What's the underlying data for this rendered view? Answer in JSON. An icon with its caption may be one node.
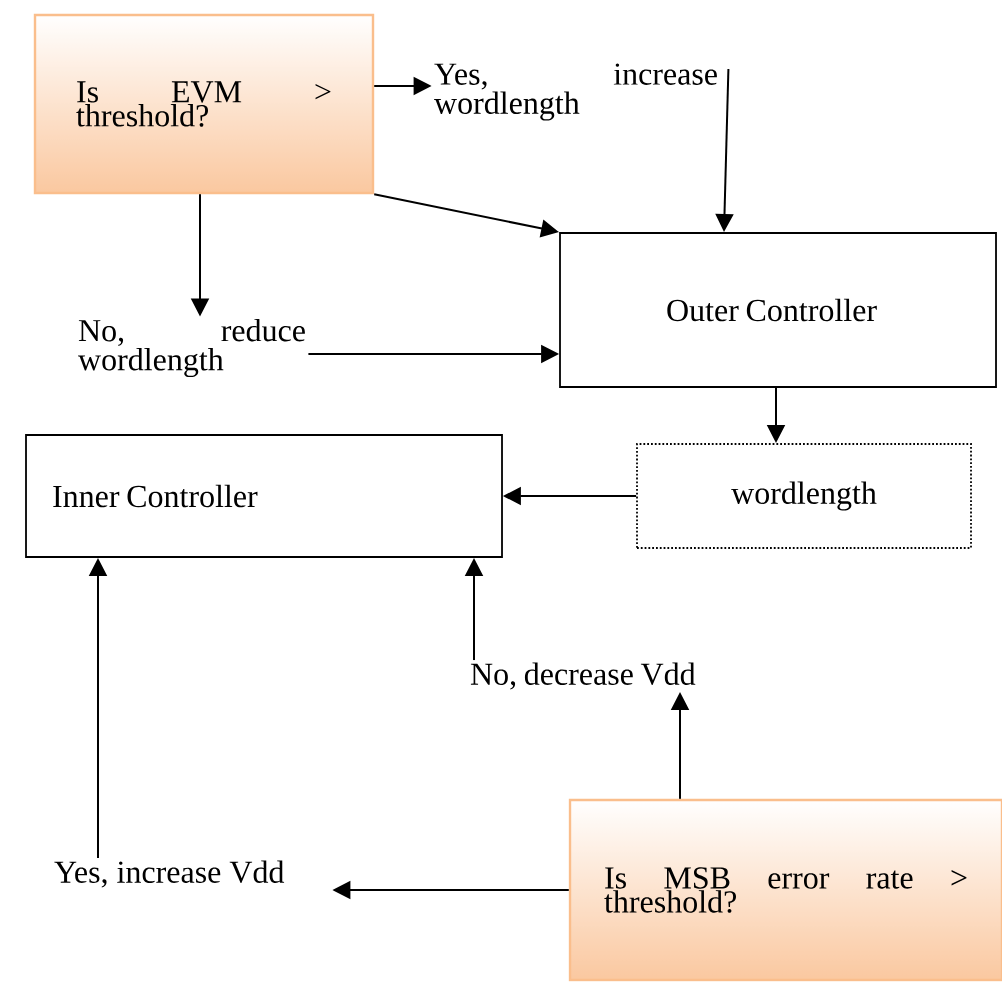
{
  "diagram": {
    "nodes": [
      {
        "text": [
          "Is EVM > threshold?"
        ]
      },
      {
        "text": [
          "Yes, increase wordlength"
        ]
      },
      {
        "text": [
          "No, reduce wordlength"
        ]
      },
      {
        "text": [
          "Outer Controller"
        ]
      },
      {
        "text": [
          "wordlength"
        ]
      },
      {
        "text": [
          "Inner Controller"
        ]
      },
      {
        "text": [
          "No, decrease Vdd"
        ]
      },
      {
        "text": [
          "Yes, increase Vdd"
        ]
      },
      {
        "text": [
          "Is MSB error rate > threshold?"
        ]
      }
    ],
    "edges": [
      {
        "from": 0,
        "to": 1,
        "arrow": "to"
      },
      {
        "from": 0,
        "to": 3,
        "arrow": "to"
      },
      {
        "from": 0,
        "to": 2,
        "arrow": "to"
      },
      {
        "from": 1,
        "to": 3,
        "arrow": "to"
      },
      {
        "from": 2,
        "to": 3,
        "arrow": "to"
      },
      {
        "from": 3,
        "to": 4,
        "arrow": "to"
      },
      {
        "from": 4,
        "to": 5,
        "arrow": "to"
      },
      {
        "from": 6,
        "to": 5,
        "arrow": "to"
      },
      {
        "from": 7,
        "to": 5,
        "arrow": "to"
      },
      {
        "from": 8,
        "to": 6,
        "arrow": "to"
      },
      {
        "from": 8,
        "to": 7,
        "arrow": "to"
      }
    ]
  }
}
